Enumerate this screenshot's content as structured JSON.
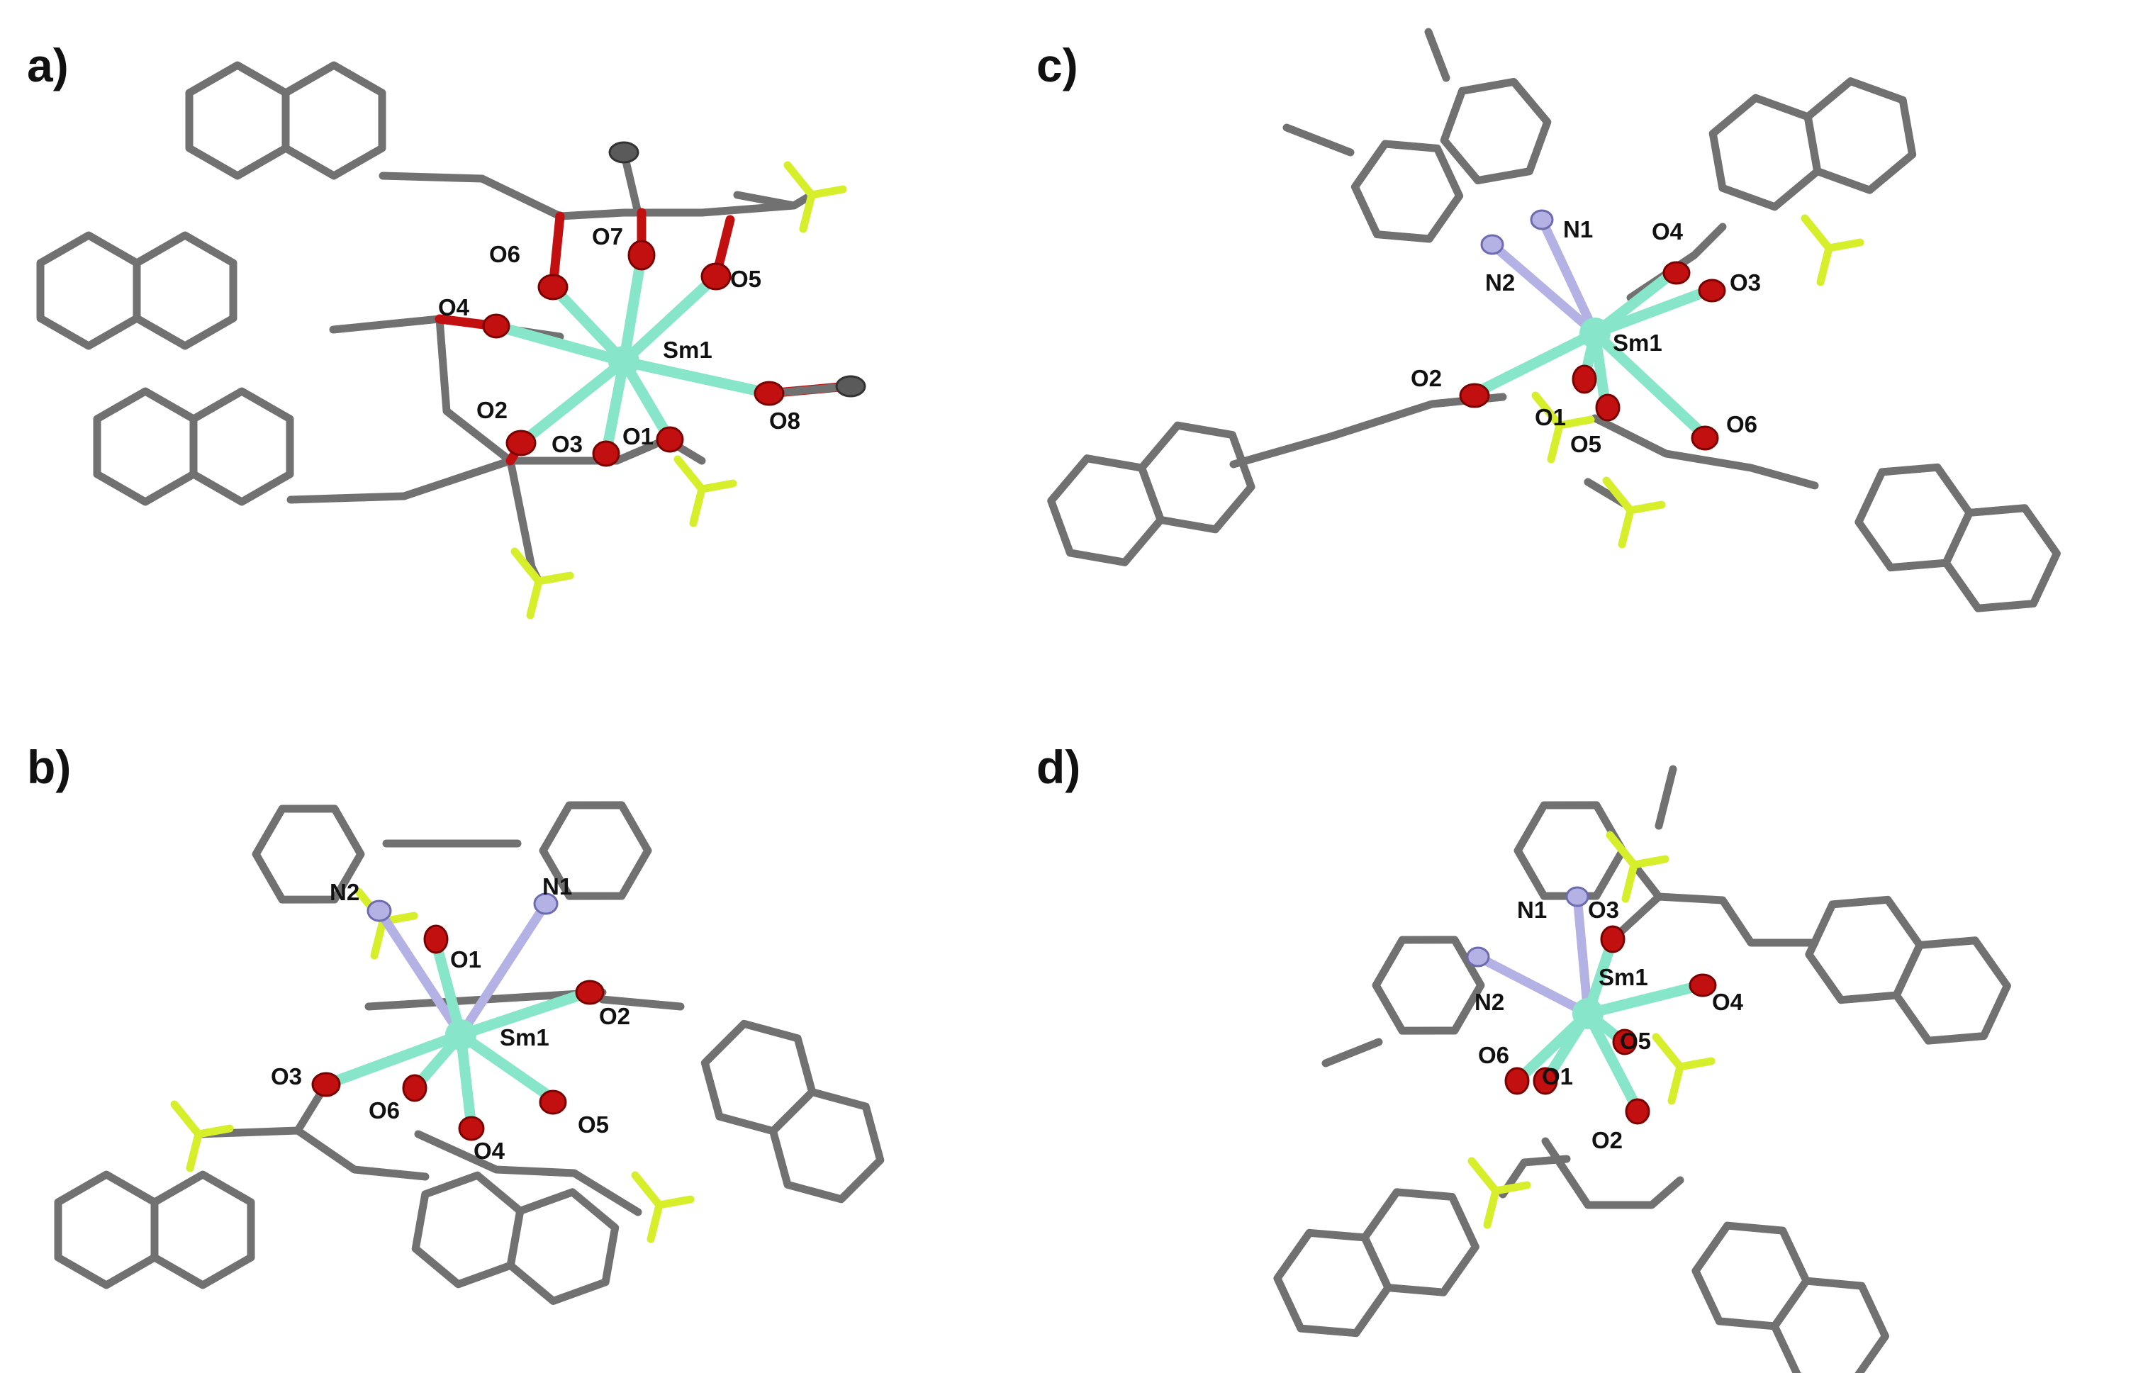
{
  "panels": [
    {
      "id": "a",
      "label": "a)",
      "metal": "Sm1",
      "oxygens": [
        "O1",
        "O2",
        "O3",
        "O4",
        "O5",
        "O6",
        "O7",
        "O8"
      ],
      "nitrogens": []
    },
    {
      "id": "b",
      "label": "b)",
      "metal": "Sm1",
      "oxygens": [
        "O1",
        "O2",
        "O3",
        "O4",
        "O5",
        "O6"
      ],
      "nitrogens": [
        "N1",
        "N2"
      ]
    },
    {
      "id": "c",
      "label": "c)",
      "metal": "Sm1",
      "oxygens": [
        "O1",
        "O2",
        "O3",
        "O4",
        "O5",
        "O6"
      ],
      "nitrogens": [
        "N1",
        "N2"
      ]
    },
    {
      "id": "d",
      "label": "d)",
      "metal": "Sm1",
      "oxygens": [
        "O1",
        "O2",
        "O3",
        "O4",
        "O5",
        "O6"
      ],
      "nitrogens": [
        "N1",
        "N2"
      ]
    }
  ],
  "colors": {
    "carbon": "#717171",
    "carbon_dark": "#4d4d4d",
    "oxygen": "#c21010",
    "oxygen_dark": "#7a0000",
    "nitrogen": "#b4b2e4",
    "fluorine": "#d7ee2a",
    "samarium": "#87e6c9",
    "label": "#111111"
  }
}
